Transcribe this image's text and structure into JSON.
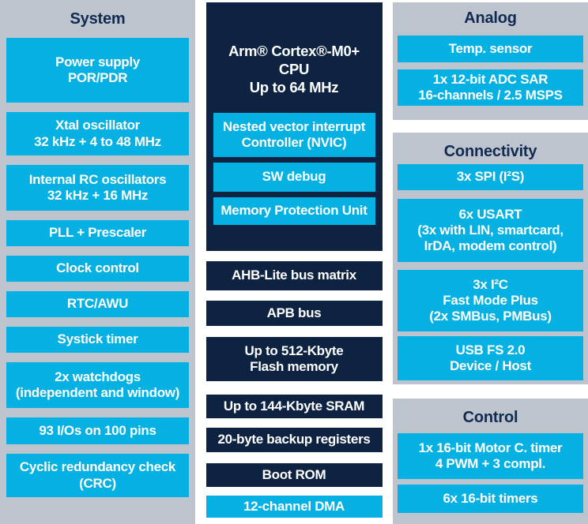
{
  "colors": {
    "cyan": "#05b1e2",
    "navy": "#0d2341",
    "panel": "#bdc4cd",
    "heading": "#112a52"
  },
  "system": {
    "title": "System",
    "blocks": [
      "Power supply\nPOR/PDR",
      "Xtal oscillator\n32 kHz + 4 to 48 MHz",
      "Internal RC oscillators\n32 kHz + 16 MHz",
      "PLL + Prescaler",
      "Clock control",
      "RTC/AWU",
      "Systick timer",
      "2x watchdogs\n(independent and window)",
      "93 I/Os on 100 pins",
      "Cyclic redundancy check\n(CRC)"
    ]
  },
  "cpu": {
    "title": "Arm® Cortex®-M0+ CPU\nUp to 64 MHz",
    "blocks": [
      "Nested vector interrupt\nController (NVIC)",
      "SW debug",
      "Memory Protection Unit"
    ]
  },
  "memory": {
    "blocks": [
      "AHB-Lite bus matrix",
      "APB bus",
      "Up to 512-Kbyte\nFlash memory",
      "Up to 144-Kbyte SRAM",
      "20-byte backup registers",
      "Boot ROM",
      "12-channel DMA"
    ]
  },
  "analog": {
    "title": "Analog",
    "blocks": [
      "Temp. sensor",
      "1x 12-bit ADC SAR\n16-channels / 2.5 MSPS"
    ]
  },
  "connectivity": {
    "title": "Connectivity",
    "blocks": [
      "3x SPI (I²S)",
      "6x USART\n(3x with LIN, smartcard,\nIrDA, modem control)",
      "3x I²C\nFast Mode Plus\n(2x SMBus, PMBus)",
      "USB FS 2.0\nDevice / Host"
    ]
  },
  "control": {
    "title": "Control",
    "blocks": [
      "1x 16-bit Motor C. timer\n4 PWM + 3 compl.",
      "6x 16-bit timers"
    ]
  }
}
